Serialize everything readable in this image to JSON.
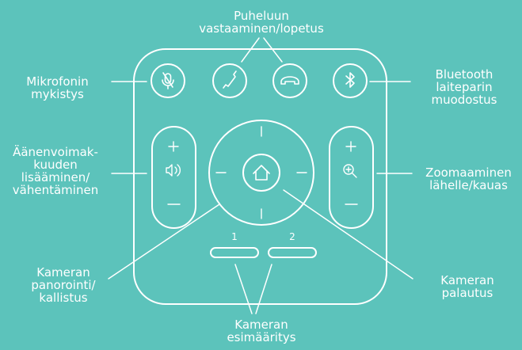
{
  "labels": {
    "answer_end_call": "Puheluun\nvastaaminen/lopetus",
    "mute": "Mikrofonin\nmykistys",
    "bluetooth": "Bluetooth\nlaiteparin\nmuodostus",
    "volume": "Äänenvoimak-\nkuuden\nlisääminen/\nvähentäminen",
    "zoom": "Zoomaaminen\nlähelle/kauas",
    "pan_tilt": "Kameran\npanorointi/\nkallistus",
    "home": "Kameran\npalautus",
    "presets": "Kameran\nesimääritys"
  },
  "preset_numbers": [
    "1",
    "2"
  ],
  "colors": {
    "background": "#5cc3bb",
    "line": "#ffffff"
  },
  "icons": [
    "mic-mute-icon",
    "phone-answer-icon",
    "phone-hangup-icon",
    "bluetooth-icon",
    "plus-icon",
    "minus-icon",
    "speaker-icon",
    "zoom-in-icon",
    "home-icon"
  ]
}
